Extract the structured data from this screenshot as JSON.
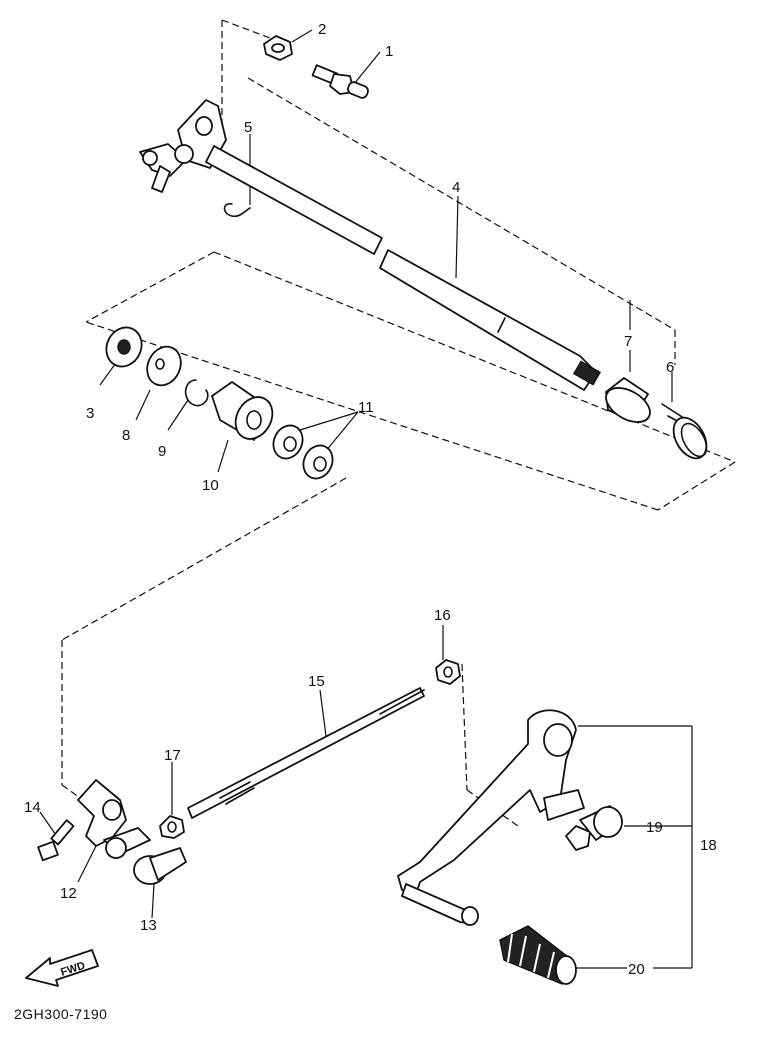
{
  "diagram": {
    "callouts": {
      "1": "1",
      "2": "2",
      "3": "3",
      "4": "4",
      "5": "5",
      "6": "6",
      "7": "7",
      "8": "8",
      "9": "9",
      "10": "10",
      "11": "11",
      "12": "12",
      "13": "13",
      "14": "14",
      "15": "15",
      "16": "16",
      "17": "17",
      "18": "18",
      "19": "19",
      "20": "20"
    },
    "direction_arrow": "FWD",
    "drawing_code": "2GH300-7190"
  }
}
